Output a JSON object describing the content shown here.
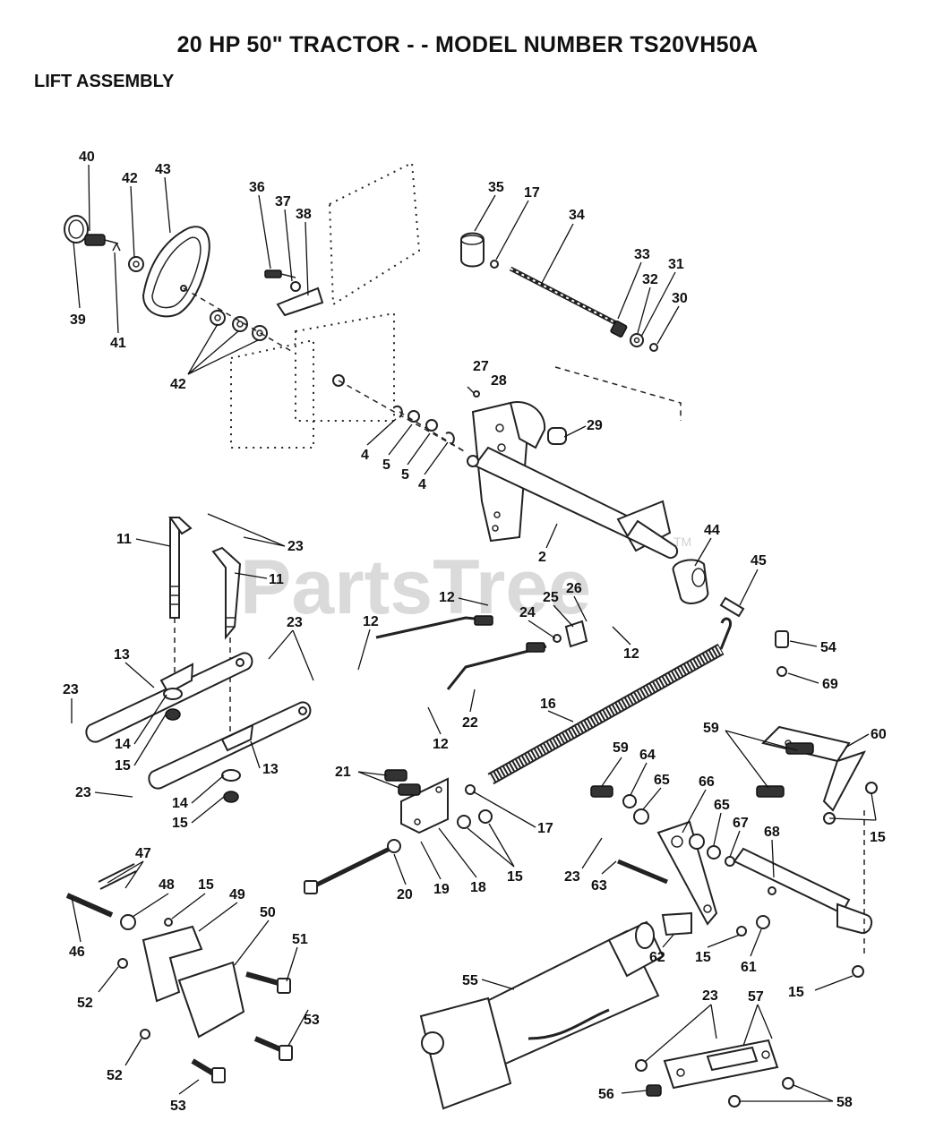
{
  "title": "20 HP 50\" TRACTOR - - MODEL NUMBER TS20VH50A",
  "section": "LIFT ASSEMBLY",
  "watermark": "PartsTree",
  "watermark_tm": "TM",
  "callouts": [
    {
      "id": "c40",
      "label": "40"
    },
    {
      "id": "c42a",
      "label": "42"
    },
    {
      "id": "c43",
      "label": "43"
    },
    {
      "id": "c39",
      "label": "39"
    },
    {
      "id": "c41",
      "label": "41"
    },
    {
      "id": "c42b",
      "label": "42"
    },
    {
      "id": "c36",
      "label": "36"
    },
    {
      "id": "c37",
      "label": "37"
    },
    {
      "id": "c38",
      "label": "38"
    },
    {
      "id": "c35",
      "label": "35"
    },
    {
      "id": "c17a",
      "label": "17"
    },
    {
      "id": "c34",
      "label": "34"
    },
    {
      "id": "c33",
      "label": "33"
    },
    {
      "id": "c32",
      "label": "32"
    },
    {
      "id": "c31",
      "label": "31"
    },
    {
      "id": "c30",
      "label": "30"
    },
    {
      "id": "c27",
      "label": "27"
    },
    {
      "id": "c28",
      "label": "28"
    },
    {
      "id": "c29",
      "label": "29"
    },
    {
      "id": "c4a",
      "label": "4"
    },
    {
      "id": "c5a",
      "label": "5"
    },
    {
      "id": "c5b",
      "label": "5"
    },
    {
      "id": "c4b",
      "label": "4"
    },
    {
      "id": "c2",
      "label": "2"
    },
    {
      "id": "c44",
      "label": "44"
    },
    {
      "id": "c45",
      "label": "45"
    },
    {
      "id": "c11a",
      "label": "11"
    },
    {
      "id": "c11b",
      "label": "11"
    },
    {
      "id": "c23a",
      "label": "23"
    },
    {
      "id": "c23b",
      "label": "23"
    },
    {
      "id": "c13a",
      "label": "13"
    },
    {
      "id": "c23c",
      "label": "23"
    },
    {
      "id": "c14a",
      "label": "14"
    },
    {
      "id": "c15a",
      "label": "15"
    },
    {
      "id": "c13b",
      "label": "13"
    },
    {
      "id": "c23d",
      "label": "23"
    },
    {
      "id": "c14b",
      "label": "14"
    },
    {
      "id": "c15b",
      "label": "15"
    },
    {
      "id": "c12a",
      "label": "12"
    },
    {
      "id": "c12b",
      "label": "12"
    },
    {
      "id": "c25",
      "label": "25"
    },
    {
      "id": "c26",
      "label": "26"
    },
    {
      "id": "c24",
      "label": "24"
    },
    {
      "id": "c12c",
      "label": "12"
    },
    {
      "id": "c22",
      "label": "22"
    },
    {
      "id": "c12d",
      "label": "12"
    },
    {
      "id": "c16",
      "label": "16"
    },
    {
      "id": "c54",
      "label": "54"
    },
    {
      "id": "c69",
      "label": "69"
    },
    {
      "id": "c21",
      "label": "21"
    },
    {
      "id": "c17b",
      "label": "17"
    },
    {
      "id": "c15c",
      "label": "15"
    },
    {
      "id": "c20",
      "label": "20"
    },
    {
      "id": "c19",
      "label": "19"
    },
    {
      "id": "c18",
      "label": "18"
    },
    {
      "id": "c59a",
      "label": "59"
    },
    {
      "id": "c60",
      "label": "60"
    },
    {
      "id": "c59b",
      "label": "59"
    },
    {
      "id": "c64",
      "label": "64"
    },
    {
      "id": "c65a",
      "label": "65"
    },
    {
      "id": "c66",
      "label": "66"
    },
    {
      "id": "c65b",
      "label": "65"
    },
    {
      "id": "c67",
      "label": "67"
    },
    {
      "id": "c68",
      "label": "68"
    },
    {
      "id": "c15d",
      "label": "15"
    },
    {
      "id": "c23e",
      "label": "23"
    },
    {
      "id": "c63",
      "label": "63"
    },
    {
      "id": "c62",
      "label": "62"
    },
    {
      "id": "c15e",
      "label": "15"
    },
    {
      "id": "c61",
      "label": "61"
    },
    {
      "id": "c47",
      "label": "47"
    },
    {
      "id": "c48",
      "label": "48"
    },
    {
      "id": "c15f",
      "label": "15"
    },
    {
      "id": "c49",
      "label": "49"
    },
    {
      "id": "c50",
      "label": "50"
    },
    {
      "id": "c46",
      "label": "46"
    },
    {
      "id": "c51",
      "label": "51"
    },
    {
      "id": "c52a",
      "label": "52"
    },
    {
      "id": "c53a",
      "label": "53"
    },
    {
      "id": "c52b",
      "label": "52"
    },
    {
      "id": "c53b",
      "label": "53"
    },
    {
      "id": "c55",
      "label": "55"
    },
    {
      "id": "c15g",
      "label": "15"
    },
    {
      "id": "c23f",
      "label": "23"
    },
    {
      "id": "c57",
      "label": "57"
    },
    {
      "id": "c56",
      "label": "56"
    },
    {
      "id": "c58",
      "label": "58"
    }
  ]
}
